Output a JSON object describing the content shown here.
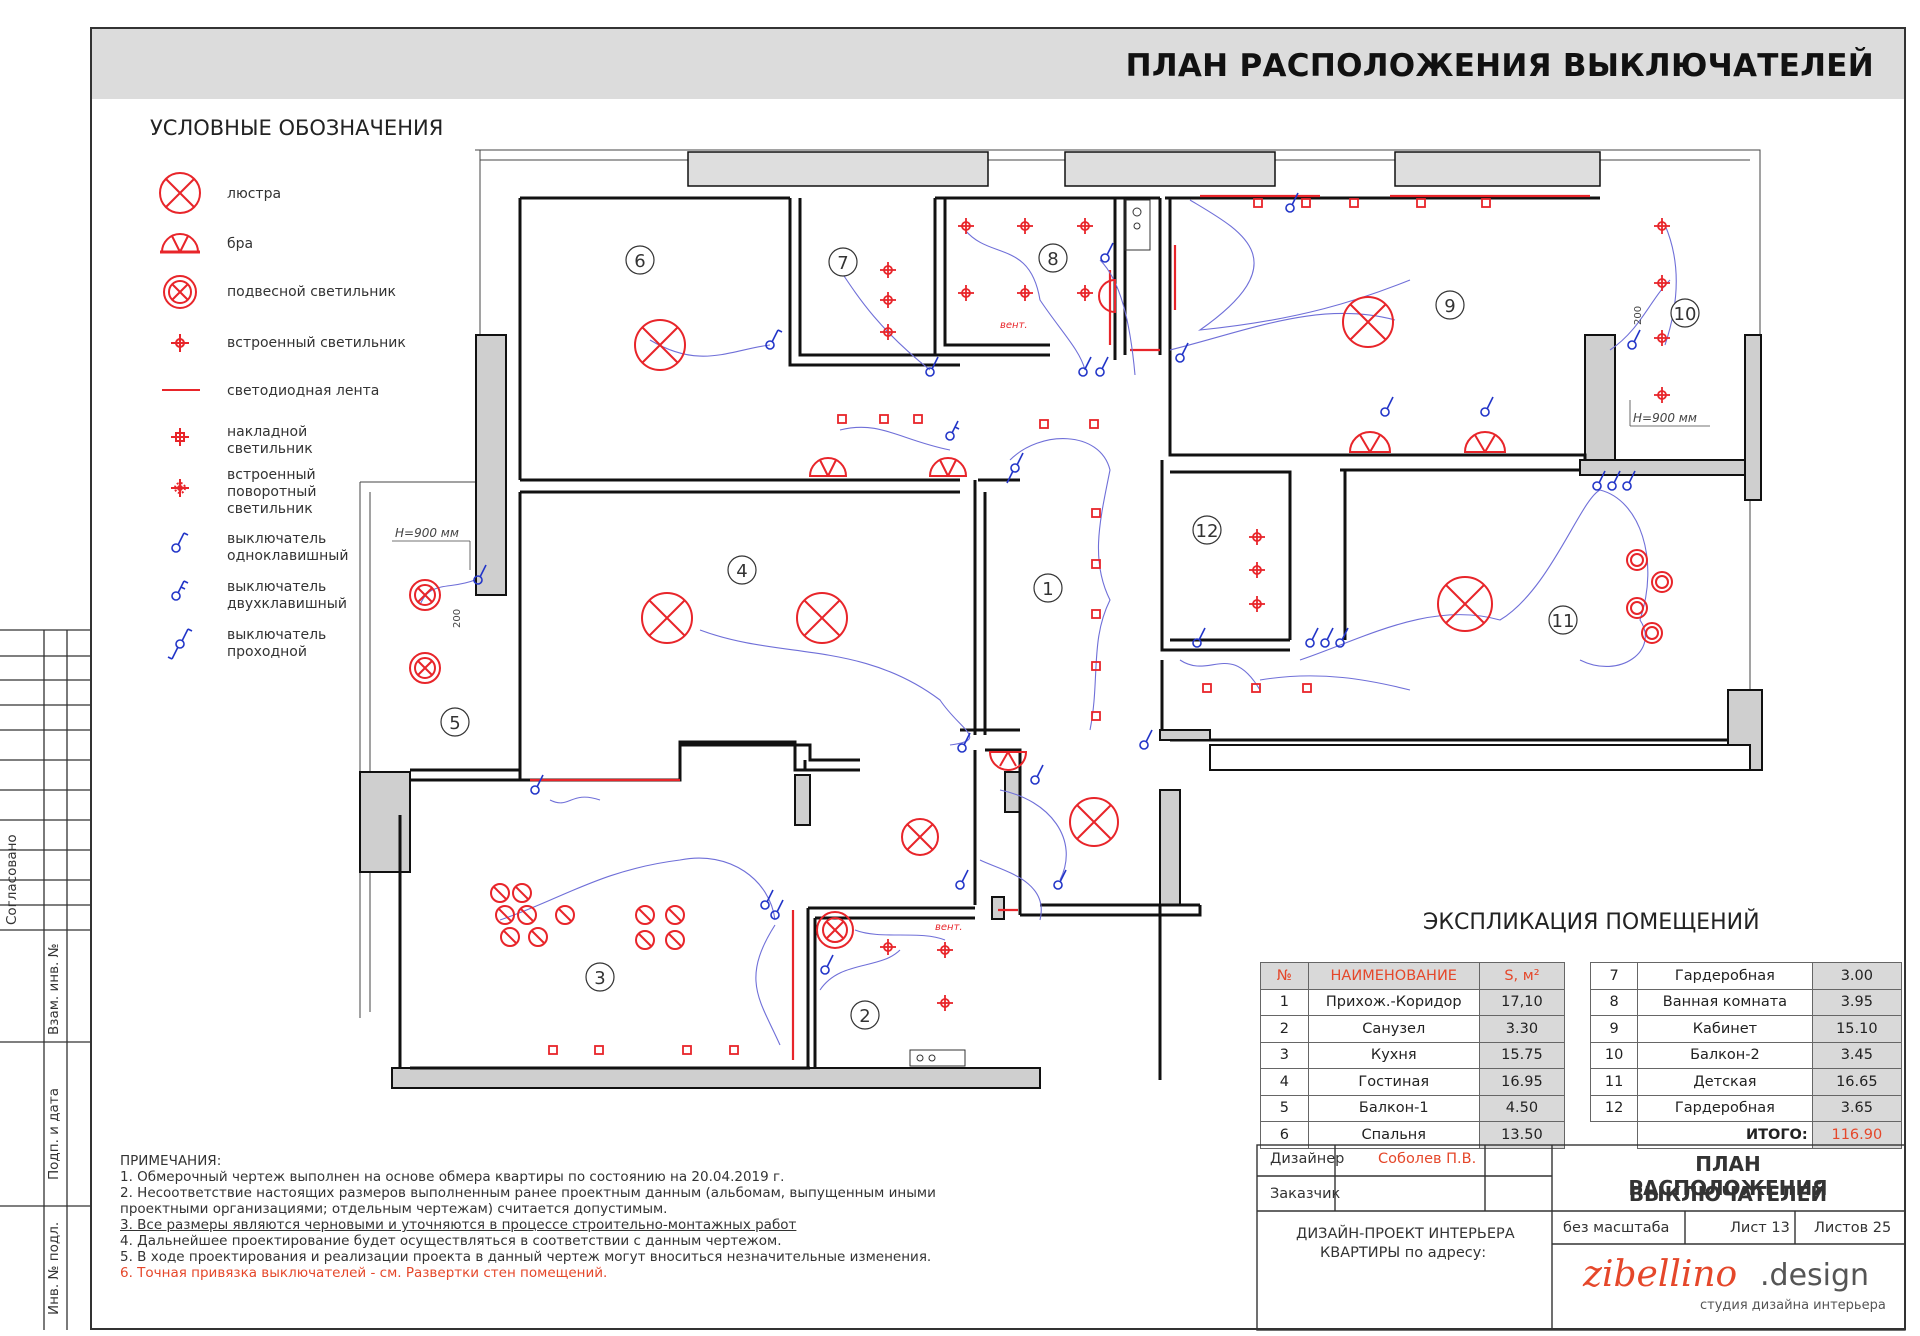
{
  "header": {
    "title": "ПЛАН РАСПОЛОЖЕНИЯ ВЫКЛЮЧАТЕЛЕЙ"
  },
  "legend": {
    "title": "УСЛОВНЫЕ ОБОЗНАЧЕНИЯ",
    "items": [
      {
        "icon": "chandelier-icon",
        "label": "люстра"
      },
      {
        "icon": "wall-sconce-icon",
        "label": "бра"
      },
      {
        "icon": "pendant-light-icon",
        "label": "подвесной светильник"
      },
      {
        "icon": "recessed-light-icon",
        "label": "встроенный светильник"
      },
      {
        "icon": "led-strip-icon",
        "label": "светодиодная лента"
      },
      {
        "icon": "surface-light-icon",
        "label": "накладной светильник"
      },
      {
        "icon": "swivel-recessed-light-icon",
        "label": "встроенный поворотный светильник"
      },
      {
        "icon": "single-switch-icon",
        "label": "выключатель одноклавишный"
      },
      {
        "icon": "double-switch-icon",
        "label": "выключатель двухклавишный"
      },
      {
        "icon": "pass-switch-icon",
        "label": "выключатель проходной"
      }
    ]
  },
  "plan": {
    "rooms": [
      "1",
      "2",
      "3",
      "4",
      "5",
      "6",
      "7",
      "8",
      "9",
      "10",
      "11",
      "12"
    ],
    "height_labels": [
      "H=900 мм",
      "H=900 мм"
    ],
    "dimension_labels": [
      "200",
      "200"
    ],
    "vent_labels": [
      "вент.",
      "вент."
    ]
  },
  "notes": {
    "title": "ПРИМЕЧАНИЯ:",
    "lines": [
      "1. Обмерочный чертеж выполнен на основе обмера квартиры по состоянию на 20.04.2019 г.",
      "2. Несоответствие настоящих размеров выполненным ранее проектным данным (альбомам, выпущенным иными",
      "проектными организациями; отдельным чертежам) считается допустимым.",
      "3. Все размеры являются черновыми и уточняются в процессе строительно-монтажных работ",
      "4. Дальнейшее проектирование будет осуществляться в соответствии с данным чертежом.",
      "5. В ходе проектирования и реализации проекта в данный чертеж могут вноситься незначительные изменения.",
      "6. Точная привязка выключателей - см. Развертки стен помещений."
    ]
  },
  "explication": {
    "title": "ЭКСПЛИКАЦИЯ ПОМЕЩЕНИЙ",
    "headers": [
      "№",
      "НАИМЕНОВАНИЕ",
      "S, м²"
    ],
    "left_rows": [
      [
        "1",
        "Прихож.-Коридор",
        "17,10"
      ],
      [
        "2",
        "Санузел",
        "3.30"
      ],
      [
        "3",
        "Кухня",
        "15.75"
      ],
      [
        "4",
        "Гостиная",
        "16.95"
      ],
      [
        "5",
        "Балкон-1",
        "4.50"
      ],
      [
        "6",
        "Спальня",
        "13.50"
      ]
    ],
    "right_rows": [
      [
        "7",
        "Гардеробная",
        "3.00"
      ],
      [
        "8",
        "Ванная комната",
        "3.95"
      ],
      [
        "9",
        "Кабинет",
        "15.10"
      ],
      [
        "10",
        "Балкон-2",
        "3.45"
      ],
      [
        "11",
        "Детская",
        "16.65"
      ],
      [
        "12",
        "Гардеробная",
        "3.65"
      ]
    ],
    "total_label": "ИТОГО:",
    "total_value": "116.90"
  },
  "stamp": {
    "designer_label": "Дизайнер",
    "designer_name": "Соболев П.В.",
    "client_label": "Заказчик",
    "project_line1": "ДИЗАЙН-ПРОЕКТ ИНТЕРЬЕРА",
    "project_line2": "КВАРТИРЫ по адресу:",
    "sheet_title_line1": "ПЛАН РАСПОЛОЖЕНИЯ",
    "sheet_title_line2": "ВЫКЛЮЧАТЕЛЕЙ",
    "scale": "без масштаба",
    "sheet": "Лист 13",
    "sheets": "Листов 25",
    "logo_script": "zibellino",
    "logo_suffix": ".design",
    "logo_sub": "студия дизайна интерьера"
  },
  "side_stamp": {
    "agreed": "Согласовано",
    "replace_inv": "Взам. инв. №",
    "sign_date": "Подп. и дата",
    "orig_inv": "Инв. № подл."
  },
  "colors": {
    "fixture": "#e8252a",
    "switch": "#2235c8",
    "wire": "#6f6fd8",
    "wall": "#111111",
    "wall_fill": "#cfcfcf"
  }
}
